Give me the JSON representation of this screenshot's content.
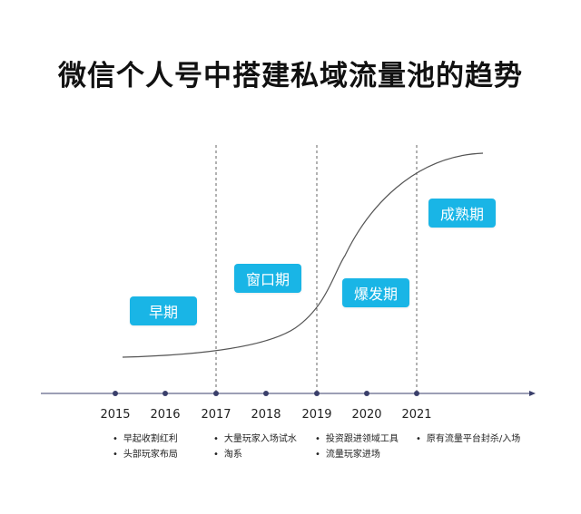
{
  "title": "微信个人号中搭建私域流量池的趋势",
  "colors": {
    "phase_bg": "#19b5e6",
    "axis": "#3a3f6b",
    "curve": "#555555"
  },
  "years": [
    "2015",
    "2016",
    "2017",
    "2018",
    "2019",
    "2020",
    "2021"
  ],
  "phases": [
    {
      "label": "早期"
    },
    {
      "label": "窗口期"
    },
    {
      "label": "爆发期"
    },
    {
      "label": "成熟期"
    }
  ],
  "notes": [
    {
      "items": [
        "早起收割红利",
        "头部玩家布局"
      ]
    },
    {
      "items": [
        "大量玩家入场试水",
        "淘系"
      ]
    },
    {
      "items": [
        "投资跟进领域工具",
        "流量玩家进场"
      ]
    },
    {
      "items": [
        "原有流量平台封杀/入场"
      ]
    }
  ]
}
